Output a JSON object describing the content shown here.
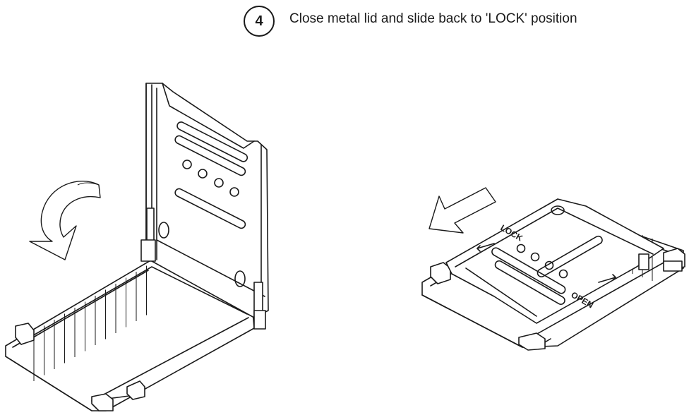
{
  "step": {
    "number": "4",
    "instruction": "Close metal lid and slide back to 'LOCK' position"
  },
  "markings": {
    "lock": "LOCK",
    "open": "OPEN"
  },
  "icons": {
    "close_lid_arrow": "curved-arrow-icon",
    "slide_arrow": "straight-arrow-icon"
  }
}
